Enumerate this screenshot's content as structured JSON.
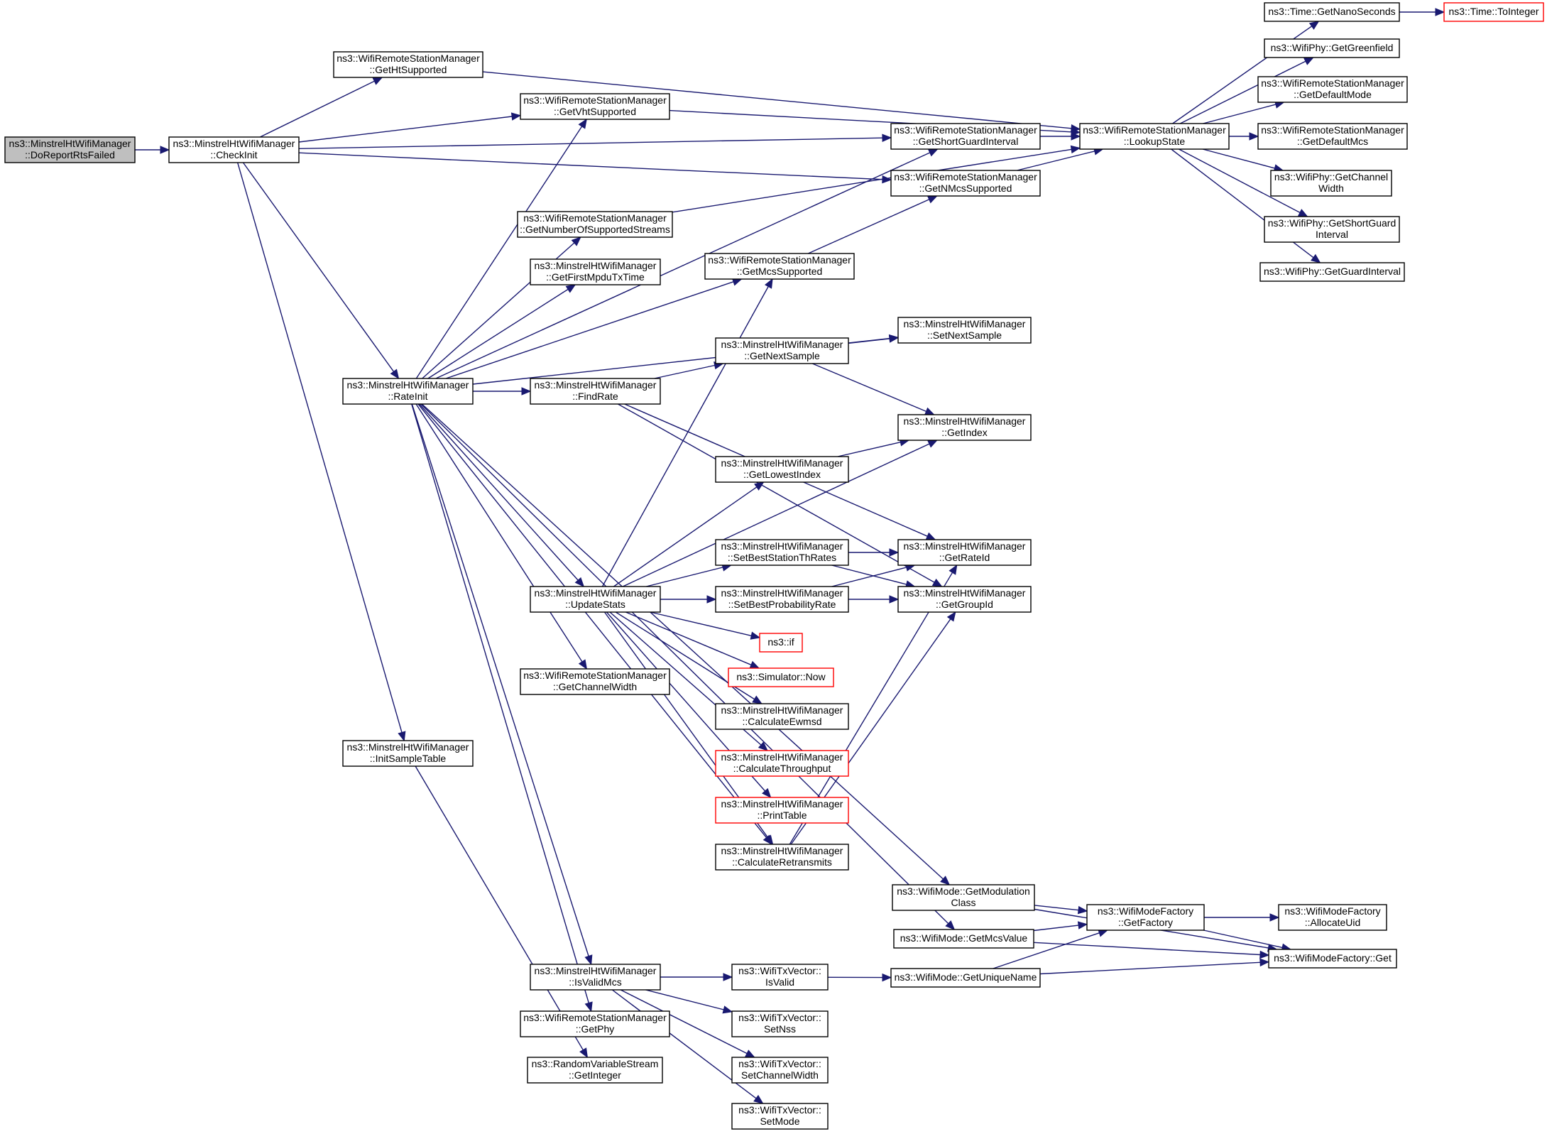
{
  "nodes": [
    {
      "id": "n0",
      "lines": [
        "ns3::MinstrelHtWifiManager",
        "::DoReportRtsFailed"
      ],
      "style": "root",
      "interactable": false
    },
    {
      "id": "n1",
      "lines": [
        "ns3::MinstrelHtWifiManager",
        "::CheckInit"
      ]
    },
    {
      "id": "n2",
      "lines": [
        "ns3::WifiRemoteStationManager",
        "::GetHtSupported"
      ]
    },
    {
      "id": "n3",
      "lines": [
        "ns3::WifiRemoteStationManager",
        "::GetVhtSupported"
      ]
    },
    {
      "id": "n4",
      "lines": [
        "ns3::WifiRemoteStationManager",
        "::GetShortGuardInterval"
      ]
    },
    {
      "id": "n5",
      "lines": [
        "ns3::WifiRemoteStationManager",
        "::GetNMcsSupported"
      ]
    },
    {
      "id": "n6",
      "lines": [
        "ns3::WifiRemoteStationManager",
        "::LookupState"
      ]
    },
    {
      "id": "n7",
      "lines": [
        "ns3::Time::GetNanoSeconds"
      ]
    },
    {
      "id": "n8",
      "lines": [
        "ns3::Time::ToInteger"
      ],
      "style": "red"
    },
    {
      "id": "n9",
      "lines": [
        "ns3::WifiPhy::GetGreenfield"
      ]
    },
    {
      "id": "n10",
      "lines": [
        "ns3::WifiRemoteStationManager",
        "::GetDefaultMode"
      ]
    },
    {
      "id": "n11",
      "lines": [
        "ns3::WifiRemoteStationManager",
        "::GetDefaultMcs"
      ]
    },
    {
      "id": "n12",
      "lines": [
        "ns3::WifiPhy::GetChannel",
        "Width"
      ]
    },
    {
      "id": "n13",
      "lines": [
        "ns3::WifiPhy::GetShortGuard",
        "Interval"
      ]
    },
    {
      "id": "n14",
      "lines": [
        "ns3::WifiPhy::GetGuardInterval"
      ]
    },
    {
      "id": "n15",
      "lines": [
        "ns3::WifiRemoteStationManager",
        "::GetNumberOfSupportedStreams"
      ]
    },
    {
      "id": "n16",
      "lines": [
        "ns3::MinstrelHtWifiManager",
        "::GetFirstMpduTxTime"
      ]
    },
    {
      "id": "n17",
      "lines": [
        "ns3::WifiRemoteStationManager",
        "::GetMcsSupported"
      ]
    },
    {
      "id": "n18",
      "lines": [
        "ns3::MinstrelHtWifiManager",
        "::SetNextSample"
      ]
    },
    {
      "id": "n19",
      "lines": [
        "ns3::MinstrelHtWifiManager",
        "::GetNextSample"
      ]
    },
    {
      "id": "n20",
      "lines": [
        "ns3::MinstrelHtWifiManager",
        "::RateInit"
      ]
    },
    {
      "id": "n21",
      "lines": [
        "ns3::MinstrelHtWifiManager",
        "::FindRate"
      ]
    },
    {
      "id": "n22",
      "lines": [
        "ns3::MinstrelHtWifiManager",
        "::GetIndex"
      ]
    },
    {
      "id": "n23",
      "lines": [
        "ns3::MinstrelHtWifiManager",
        "::GetLowestIndex"
      ]
    },
    {
      "id": "n24",
      "lines": [
        "ns3::MinstrelHtWifiManager",
        "::SetBestStationThRates"
      ]
    },
    {
      "id": "n25",
      "lines": [
        "ns3::MinstrelHtWifiManager",
        "::GetRateId"
      ]
    },
    {
      "id": "n26",
      "lines": [
        "ns3::MinstrelHtWifiManager",
        "::UpdateStats"
      ]
    },
    {
      "id": "n27",
      "lines": [
        "ns3::MinstrelHtWifiManager",
        "::SetBestProbabilityRate"
      ]
    },
    {
      "id": "n28",
      "lines": [
        "ns3::MinstrelHtWifiManager",
        "::GetGroupId"
      ]
    },
    {
      "id": "n29",
      "lines": [
        "ns3::if"
      ],
      "style": "red"
    },
    {
      "id": "n30",
      "lines": [
        "ns3::Simulator::Now"
      ],
      "style": "red"
    },
    {
      "id": "n31",
      "lines": [
        "ns3::WifiRemoteStationManager",
        "::GetChannelWidth"
      ]
    },
    {
      "id": "n32",
      "lines": [
        "ns3::MinstrelHtWifiManager",
        "::CalculateEwmsd"
      ]
    },
    {
      "id": "n33",
      "lines": [
        "ns3::MinstrelHtWifiManager",
        "::InitSampleTable"
      ]
    },
    {
      "id": "n34",
      "lines": [
        "ns3::MinstrelHtWifiManager",
        "::CalculateThroughput"
      ],
      "style": "red"
    },
    {
      "id": "n35",
      "lines": [
        "ns3::MinstrelHtWifiManager",
        "::PrintTable"
      ],
      "style": "red"
    },
    {
      "id": "n36",
      "lines": [
        "ns3::MinstrelHtWifiManager",
        "::CalculateRetransmits"
      ]
    },
    {
      "id": "n37",
      "lines": [
        "ns3::WifiMode::GetModulation",
        "Class"
      ]
    },
    {
      "id": "n38",
      "lines": [
        "ns3::WifiModeFactory",
        "::GetFactory"
      ]
    },
    {
      "id": "n39",
      "lines": [
        "ns3::WifiModeFactory",
        "::AllocateUid"
      ]
    },
    {
      "id": "n40",
      "lines": [
        "ns3::WifiMode::GetMcsValue"
      ]
    },
    {
      "id": "n41",
      "lines": [
        "ns3::WifiModeFactory::Get"
      ]
    },
    {
      "id": "n42",
      "lines": [
        "ns3::MinstrelHtWifiManager",
        "::IsValidMcs"
      ]
    },
    {
      "id": "n43",
      "lines": [
        "ns3::WifiTxVector::",
        "IsValid"
      ]
    },
    {
      "id": "n44",
      "lines": [
        "ns3::WifiMode::GetUniqueName"
      ]
    },
    {
      "id": "n45",
      "lines": [
        "ns3::WifiRemoteStationManager",
        "::GetPhy"
      ]
    },
    {
      "id": "n46",
      "lines": [
        "ns3::WifiTxVector::",
        "SetNss"
      ]
    },
    {
      "id": "n47",
      "lines": [
        "ns3::WifiTxVector::",
        "SetChannelWidth"
      ]
    },
    {
      "id": "n48",
      "lines": [
        "ns3::RandomVariableStream",
        "::GetInteger"
      ]
    },
    {
      "id": "n49",
      "lines": [
        "ns3::WifiTxVector::",
        "SetMode"
      ]
    }
  ],
  "edges": [
    [
      "n0",
      "n1"
    ],
    [
      "n1",
      "n2"
    ],
    [
      "n1",
      "n3"
    ],
    [
      "n1",
      "n4"
    ],
    [
      "n1",
      "n5"
    ],
    [
      "n1",
      "n20"
    ],
    [
      "n1",
      "n33"
    ],
    [
      "n2",
      "n6"
    ],
    [
      "n3",
      "n6"
    ],
    [
      "n4",
      "n6"
    ],
    [
      "n5",
      "n6"
    ],
    [
      "n15",
      "n6"
    ],
    [
      "n6",
      "n7"
    ],
    [
      "n6",
      "n9"
    ],
    [
      "n6",
      "n10"
    ],
    [
      "n6",
      "n11"
    ],
    [
      "n6",
      "n12"
    ],
    [
      "n6",
      "n13"
    ],
    [
      "n6",
      "n14"
    ],
    [
      "n7",
      "n8"
    ],
    [
      "n17",
      "n5"
    ],
    [
      "n20",
      "n3"
    ],
    [
      "n20",
      "n4"
    ],
    [
      "n20",
      "n15"
    ],
    [
      "n20",
      "n16"
    ],
    [
      "n20",
      "n17"
    ],
    [
      "n20",
      "n18"
    ],
    [
      "n20",
      "n21"
    ],
    [
      "n20",
      "n26"
    ],
    [
      "n20",
      "n31"
    ],
    [
      "n20",
      "n36"
    ],
    [
      "n20",
      "n37"
    ],
    [
      "n20",
      "n40"
    ],
    [
      "n20",
      "n42"
    ],
    [
      "n20",
      "n45"
    ],
    [
      "n19",
      "n18"
    ],
    [
      "n19",
      "n22"
    ],
    [
      "n21",
      "n19"
    ],
    [
      "n21",
      "n25"
    ],
    [
      "n21",
      "n28"
    ],
    [
      "n23",
      "n22"
    ],
    [
      "n24",
      "n25"
    ],
    [
      "n24",
      "n28"
    ],
    [
      "n27",
      "n25"
    ],
    [
      "n27",
      "n28"
    ],
    [
      "n26",
      "n17"
    ],
    [
      "n26",
      "n22"
    ],
    [
      "n26",
      "n23"
    ],
    [
      "n26",
      "n24"
    ],
    [
      "n26",
      "n27"
    ],
    [
      "n26",
      "n29"
    ],
    [
      "n26",
      "n30"
    ],
    [
      "n26",
      "n32"
    ],
    [
      "n26",
      "n34"
    ],
    [
      "n26",
      "n35"
    ],
    [
      "n26",
      "n36"
    ],
    [
      "n36",
      "n25"
    ],
    [
      "n36",
      "n28"
    ],
    [
      "n37",
      "n38"
    ],
    [
      "n37",
      "n41"
    ],
    [
      "n38",
      "n39"
    ],
    [
      "n38",
      "n41"
    ],
    [
      "n40",
      "n38"
    ],
    [
      "n40",
      "n41"
    ],
    [
      "n44",
      "n38"
    ],
    [
      "n44",
      "n41"
    ],
    [
      "n42",
      "n43"
    ],
    [
      "n42",
      "n46"
    ],
    [
      "n42",
      "n47"
    ],
    [
      "n42",
      "n49"
    ],
    [
      "n43",
      "n44"
    ],
    [
      "n33",
      "n48"
    ]
  ]
}
